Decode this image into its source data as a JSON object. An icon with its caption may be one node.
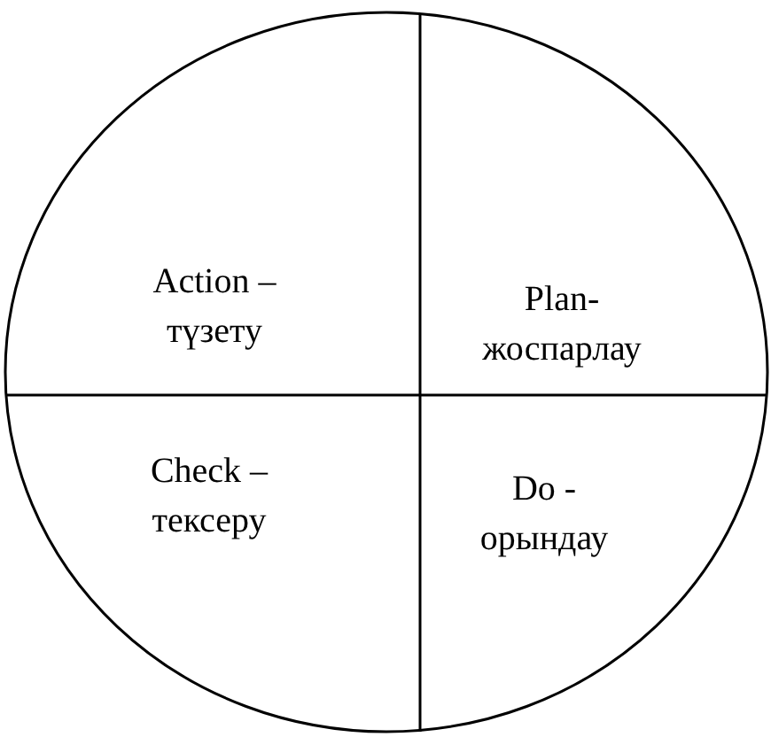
{
  "diagram": {
    "nodes": [
      {
        "text": [],
        "shape": "circle"
      },
      {
        "text": [
          "Action – түзету"
        ],
        "in": 0
      },
      {
        "text": [
          "Plan- жоспарлау"
        ],
        "in": 0
      },
      {
        "text": [
          "Check – тексеру"
        ],
        "in": 0
      },
      {
        "text": [
          "Do - орындау"
        ],
        "in": 0
      }
    ]
  }
}
